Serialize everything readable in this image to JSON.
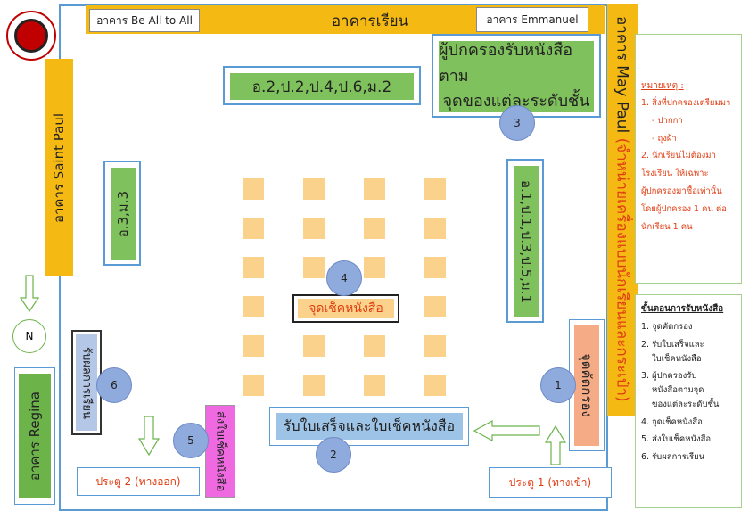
{
  "buildings": {
    "top_bar_label": "อาคารเรียน",
    "be_all_to_all": "อาคาร Be All to All",
    "emmanuel": "อาคาร Emmanuel",
    "saint_paul": "อาคาร Saint Paul",
    "may_paul": "อาคาร May Paul",
    "may_paul_note": "(จำหน่ายเครื่องแบบนักเรียนและกระเป๋า)",
    "regina": "อาคาร Regina"
  },
  "compass": {
    "north": "N"
  },
  "grade_points": {
    "top_left": "อ.2,ป.2,ป.4,ป.6,ม.2",
    "top_right_line1": "ผู้ปกครองรับหนังสือตาม",
    "top_right_line2": "จุดของแต่ละระดับชั้น",
    "left": "อ.3,ม.3",
    "right": "อ.1,ป.1,ป.3,ป.5,ม.1"
  },
  "stations": {
    "check_point": "จุดเช็คหนังสือ",
    "receipt": "รับใบเสร็จและใบเช็คหนังสือ",
    "screening": "จุดคัดกรอง",
    "send_check": "ส่งใบเช็คหนังสือ",
    "results": "รับผลการเรียน"
  },
  "steps_numbers": [
    "1",
    "2",
    "3",
    "4",
    "5",
    "6"
  ],
  "gates": {
    "gate1": "ประตู 1 (ทางเข้า)",
    "gate2": "ประตู 2 (ทางออก)"
  },
  "notes": {
    "title": "หมายเหตุ :",
    "lines": [
      "1. สิ่งที่ปกครองเตรียมมา",
      "- ปากกา",
      "- ถุงผ้า",
      "2. นักเรียนไม่ต้องมา",
      "โรงเรียน ให้เฉพาะ",
      "ผู้ปกครองมาซื้อเท่านั้น",
      "โดยผู้ปกครอง 1 คน ต่อ",
      "นักเรียน 1 คน"
    ]
  },
  "procedure": {
    "title": "ขั้นตอนการรับหนังสือ",
    "lines": [
      "1. จุดคัดกรอง",
      "2. รับใบเสร็จและ",
      "ใบเช็คหนังสือ",
      "3. ผู้ปกครองรับ",
      "หนังสือตามจุด",
      "ของแต่ละระดับชั้น",
      "4. จุดเช็คหนังสือ",
      "5. ส่งใบเช็คหนังสือ",
      "6. รับผลการเรียน"
    ]
  },
  "colors": {
    "building": "#f5b914",
    "grade_point": "#7fc15c",
    "table": "#fbd28b",
    "step_circle": "#8faadc",
    "note_text": "#e03c12",
    "boundary": "#5b9bd5"
  }
}
